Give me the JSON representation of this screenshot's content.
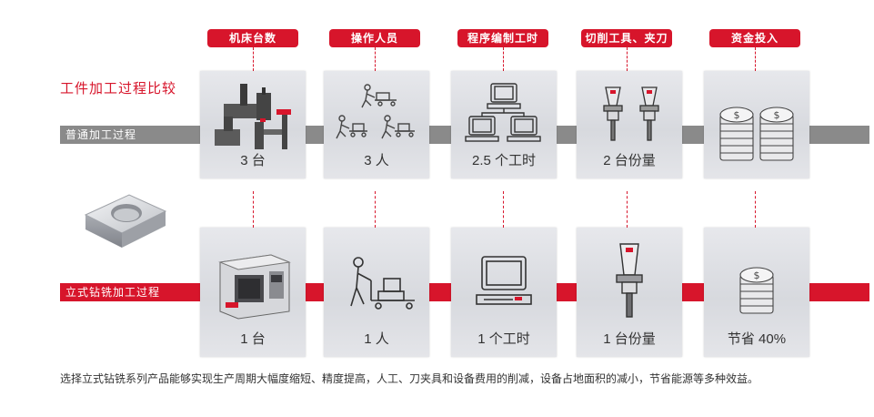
{
  "title": "工件加工过程比较",
  "columns": [
    {
      "header": "机床台数"
    },
    {
      "header": "操作人员"
    },
    {
      "header": "程序编制工时"
    },
    {
      "header": "切削工具、夹刀"
    },
    {
      "header": "资金投入"
    }
  ],
  "rows": [
    {
      "label": "普通加工过程",
      "captions": [
        "3 台",
        "3 人",
        "2.5 个工时",
        "2 台份量",
        ""
      ]
    },
    {
      "label": "立式钻铣加工过程",
      "captions": [
        "1 台",
        "1 人",
        "1 个工时",
        "1 台份量",
        "节省 40%"
      ]
    }
  ],
  "footer": "选择立式钻铣系列产品能够实现生产周期大幅度缩短、精度提高，人工、刀夹具和设备费用的削减，设备占地面积的减小，节省能源等多种效益。",
  "colors": {
    "accent": "#d7152b",
    "band_grey": "#8a8a8a",
    "card_bg": "#dfe0e4"
  },
  "icons": [
    "machine-tools-icon",
    "workers-with-carts-icon",
    "computers-icon",
    "tool-holders-icon",
    "coin-stacks-icon",
    "cnc-machine-icon",
    "worker-with-cart-icon",
    "computer-icon",
    "tool-holder-icon",
    "coin-stack-icon",
    "metal-block-icon"
  ]
}
